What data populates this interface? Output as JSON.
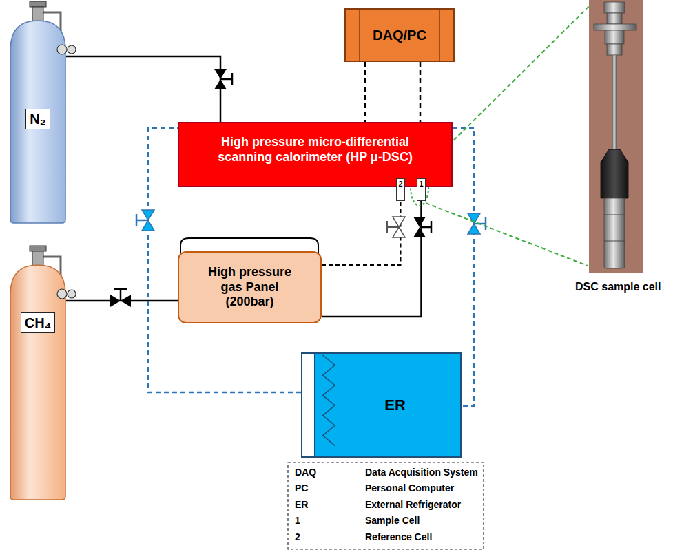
{
  "diagram": {
    "nodes": [
      {
        "text": [
          "N₂"
        ]
      },
      {
        "text": [
          "DAQ/PC"
        ]
      },
      {
        "text": [
          "High pressure micro-differential scanning calorimeter (HP μ-DSC)"
        ]
      },
      {
        "text": [
          "2"
        ],
        "in": 2
      },
      {
        "text": [
          "1"
        ],
        "in": 2
      },
      {
        "text": [
          "CH₄"
        ]
      },
      {
        "text": [
          "High pressure gas Panel (200bar)"
        ]
      },
      {
        "text": [
          "ER"
        ]
      }
    ],
    "edges": [
      {
        "from": 0,
        "to": 2,
        "arrow": "none"
      },
      {
        "from": 5,
        "to": 6,
        "arrow": "none"
      },
      {
        "from": 6,
        "to": 4,
        "arrow": "none"
      },
      {
        "from": 6,
        "to": 3,
        "arrow": "none"
      },
      {
        "from": 1,
        "to": 2,
        "arrow": "none"
      },
      {
        "from": 1,
        "to": 2,
        "arrow": "none"
      },
      {
        "from": 7,
        "to": 2,
        "arrow": "none"
      },
      {
        "from": 2,
        "to": 7,
        "arrow": "none"
      }
    ],
    "labels": [
      "DSC sample cell",
      "DAQ",
      "Data Acquisition System",
      "PC",
      "Personal Computer",
      "ER",
      "External Refrigerator",
      "1",
      "Sample Cell",
      "2",
      "Reference Cell"
    ]
  }
}
